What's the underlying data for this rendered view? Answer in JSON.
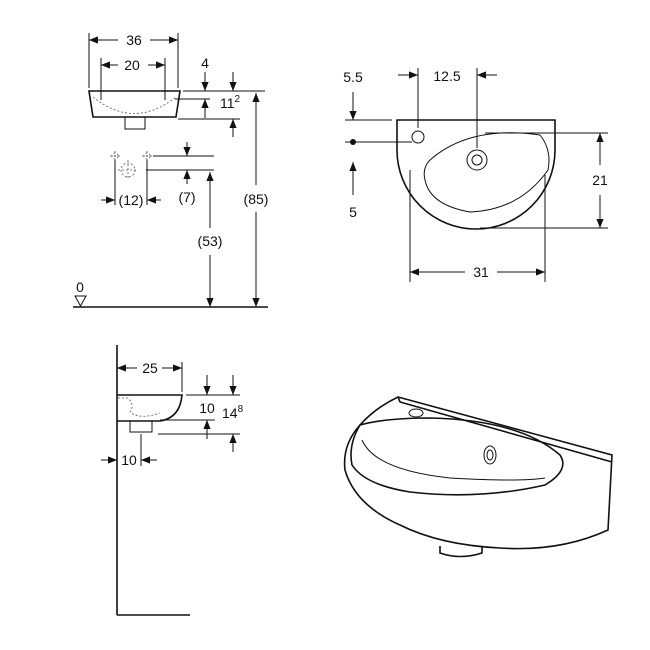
{
  "front_view": {
    "width": "36",
    "tap_spacing": "20",
    "rim_offset": "4",
    "depth_main": "11",
    "depth_sup": "2",
    "hole_spacing": "(12)",
    "hole_offset": "(7)",
    "drain_height": "(53)",
    "rim_height": "(85)",
    "floor_label": "0"
  },
  "top_view": {
    "tap_offset_side": "5.5",
    "tap_offset_center": "12.5",
    "tap_offset_bottom": "5",
    "depth": "21",
    "width": "31"
  },
  "side_view": {
    "projection": "25",
    "bowl_height": "10",
    "overall_height_main": "14",
    "overall_height_sup": "8",
    "drain_offset": "10"
  }
}
